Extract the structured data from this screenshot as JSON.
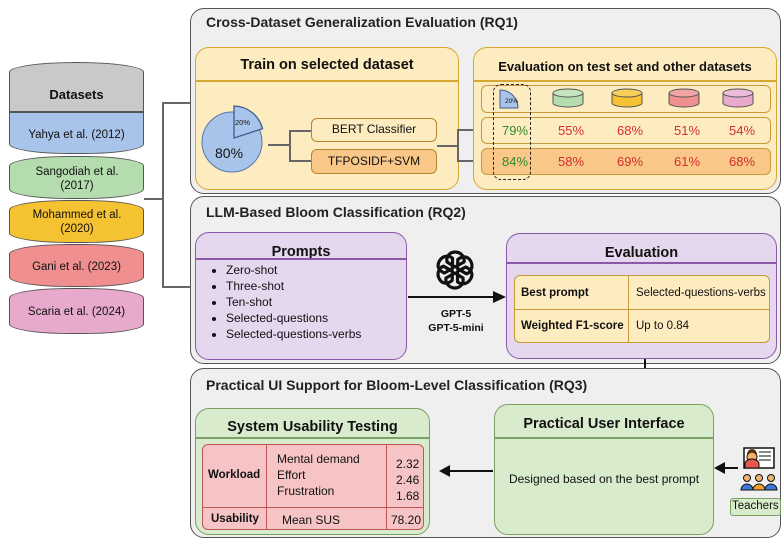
{
  "datasets": {
    "title": "Datasets",
    "items": [
      {
        "label": "Yahya et al. (2012)",
        "color": "#a9c4ea"
      },
      {
        "label": "Sangodiah et al. (2017)",
        "color": "#b5dcae"
      },
      {
        "label": "Mohammed et al. (2020)",
        "color": "#f5c232"
      },
      {
        "label": "Gani et al. (2023)",
        "color": "#ef8f8f"
      },
      {
        "label": "Scaria et al. (2024)",
        "color": "#e7a9cc"
      }
    ]
  },
  "rq1": {
    "title": "Cross-Dataset Generalization Evaluation (RQ1)",
    "train": {
      "title": "Train on selected dataset",
      "pie_big": "80%",
      "pie_small": "20%",
      "models": [
        "BERT Classifier",
        "TFPOSIDF+SVM"
      ]
    },
    "eval": {
      "title": "Evaluation on test set and other datasets",
      "test_label": "20%",
      "rows": [
        [
          "79%",
          "55%",
          "68%",
          "51%",
          "54%"
        ],
        [
          "84%",
          "58%",
          "69%",
          "61%",
          "68%"
        ]
      ]
    }
  },
  "rq2": {
    "title": "LLM-Based Bloom Classification (RQ2)",
    "prompts": {
      "title": "Prompts",
      "items": [
        "Zero-shot",
        "Three-shot",
        "Ten-shot",
        "Selected-questions",
        "Selected-questions-verbs"
      ]
    },
    "models": [
      "GPT-5",
      "GPT-5-mini"
    ],
    "evaluation": {
      "title": "Evaluation",
      "rows": [
        {
          "key": "Best prompt",
          "value": "Selected-questions-verbs"
        },
        {
          "key": "Weighted F1-score",
          "value": "Up to 0.84"
        }
      ]
    }
  },
  "rq3": {
    "title": "Practical UI Support for Bloom-Level Classification (RQ3)",
    "sus": {
      "title": "System Usability Testing",
      "workload_label": "Workload",
      "workload_items": [
        "Mental demand",
        "Effort",
        "Frustration"
      ],
      "workload_values": [
        "2.32",
        "2.46",
        "1.68"
      ],
      "usability_label": "Usability",
      "usability_item": "Mean SUS",
      "usability_value": "78.20"
    },
    "ui": {
      "title": "Practical User Interface",
      "desc": "Designed based on the best prompt"
    },
    "teachers": "Teachers"
  }
}
